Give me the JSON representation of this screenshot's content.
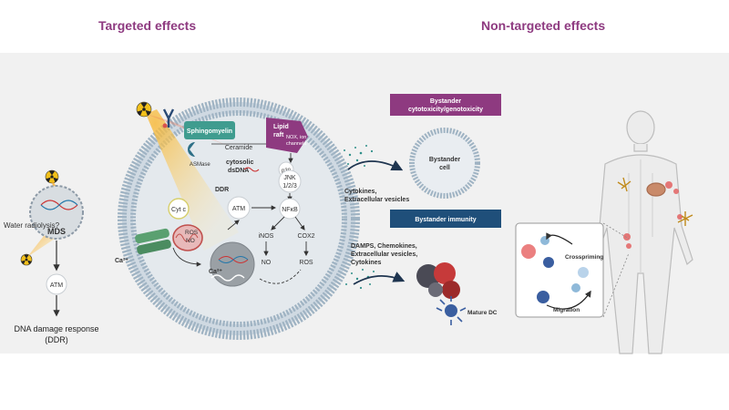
{
  "headers": {
    "targeted": "Targeted effects",
    "non_targeted": "Non-targeted effects"
  },
  "left_panel": {
    "water_radiolysis": "Water radiolysis?",
    "mds": "MDS",
    "atm": "ATM",
    "ddr_line1": "DNA damage response",
    "ddr_line2": "(DDR)"
  },
  "cell": {
    "sphingomyelin": "Sphingomyelin",
    "lipid_raft_1": "Lipid",
    "lipid_raft_2": "raft",
    "nox_1": "NOX, ion",
    "nox_2": "channels",
    "ceramide": "Ceramide",
    "asmase": "ASMase",
    "cytosolic_1": "cytosolic",
    "cytosolic_2": "dsDNA",
    "p38": "p38",
    "jnk_1": "JNK",
    "jnk_2": "1/2/3",
    "ddr": "DDR",
    "atm": "ATM",
    "nfkb": "NFκB",
    "cytc": "Cyt c",
    "ros": "ROS",
    "no": "NO",
    "inos": "iNOS",
    "cox2": "COX2",
    "no_out": "NO",
    "ros_out": "ROS",
    "ca_ext": "Ca²⁺",
    "ca_int": "Ca²⁺"
  },
  "right_panel": {
    "bystander_cyto_1": "Bystander",
    "bystander_cyto_2": "cytotoxicity/genotoxicity",
    "bystander_cell_1": "Bystander",
    "bystander_cell_2": "cell",
    "cytokines_1": "Cytokines,",
    "cytokines_2": "Extracellular vesicles",
    "bystander_immunity": "Bystander immunity",
    "damps_1": "DAMPS, Chemokines,",
    "damps_2": "Extracellular vesicles,",
    "damps_3": "Cytokines",
    "mature_dc": "Mature DC",
    "crosspriming": "Crosspriming",
    "migration": "Migration"
  },
  "colors": {
    "header": "#8e3a80",
    "sphingomyelin_box": "#3f9c8f",
    "lipid_raft_box": "#8e3a80",
    "cyto_box": "#8e3a80",
    "immunity_box": "#1f4f7a",
    "membrane": "#9fb3c3",
    "cell_fill": "#e4e9ed",
    "nucleus": "#9aa0a5",
    "green_channel": "#5aa070"
  }
}
